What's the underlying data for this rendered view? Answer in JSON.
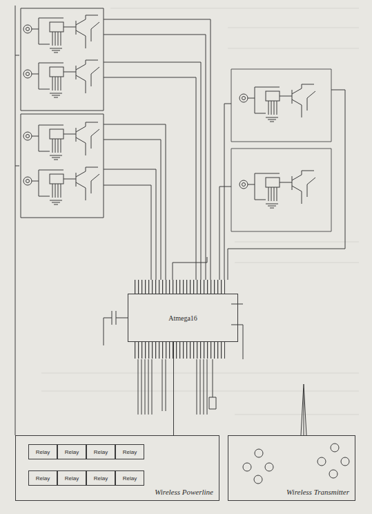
{
  "diagram": {
    "nodes": [
      {
        "text": [
          "Atmega16"
        ]
      },
      {
        "text": [
          "Wireless Powerline"
        ]
      },
      {
        "text": [
          "Relay"
        ],
        "in": 1
      },
      {
        "text": [
          "Relay"
        ],
        "in": 1
      },
      {
        "text": [
          "Relay"
        ],
        "in": 1
      },
      {
        "text": [
          "Relay"
        ],
        "in": 1
      },
      {
        "text": [
          "Relay"
        ],
        "in": 1
      },
      {
        "text": [
          "Relay"
        ],
        "in": 1
      },
      {
        "text": [
          "Relay"
        ],
        "in": 1
      },
      {
        "text": [
          "Relay"
        ],
        "in": 1
      },
      {
        "text": [
          "Wireless Transmitter"
        ]
      }
    ],
    "edges": [
      {
        "from": 0,
        "to": 1,
        "arrow": "none"
      }
    ]
  }
}
